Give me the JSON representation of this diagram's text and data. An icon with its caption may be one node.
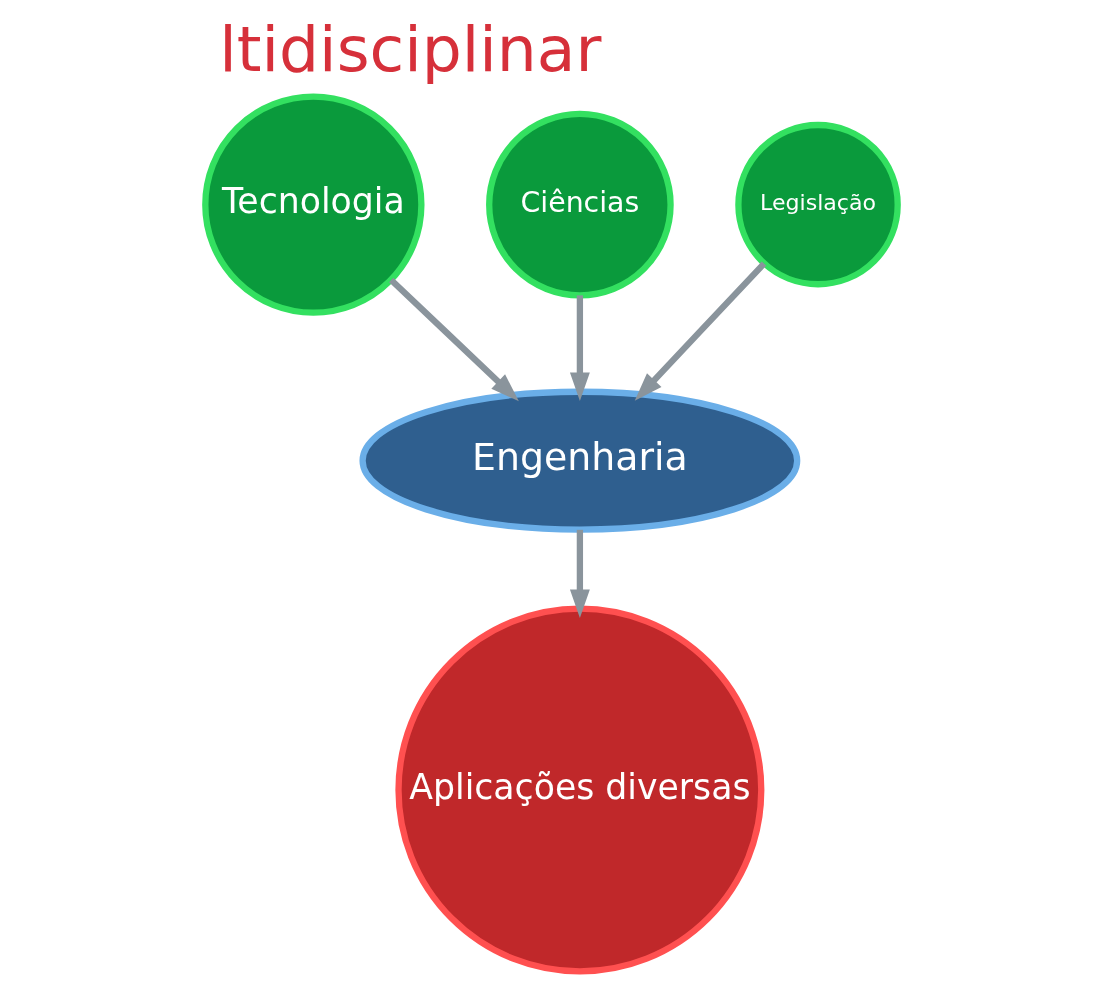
{
  "diagram": {
    "title": "ltidisciplinar",
    "nodes": [
      {
        "text": [
          "Tecnologia"
        ]
      },
      {
        "text": [
          "Ciências"
        ]
      },
      {
        "text": [
          "Legislação"
        ]
      },
      {
        "text": [
          "Engenharia"
        ]
      },
      {
        "text": [
          "Aplicações diversas"
        ]
      }
    ],
    "edges": [
      {
        "from": 0,
        "to": 3,
        "arrow": "to"
      },
      {
        "from": 1,
        "to": 3,
        "arrow": "to"
      },
      {
        "from": 2,
        "to": 3,
        "arrow": "to"
      },
      {
        "from": 3,
        "to": 4,
        "arrow": "to"
      }
    ]
  }
}
